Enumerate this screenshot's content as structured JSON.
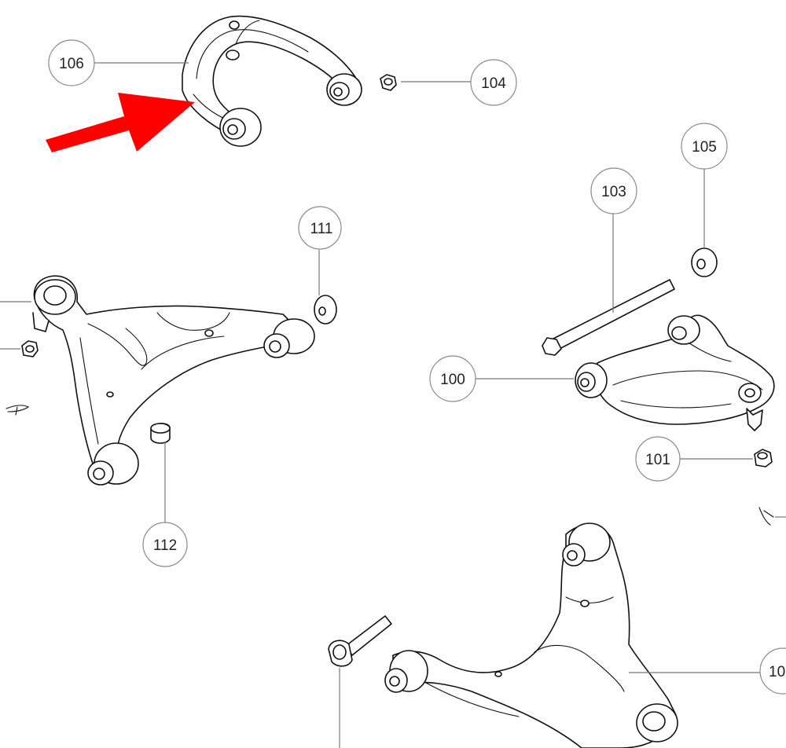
{
  "callouts": {
    "c106": "106",
    "c104": "104",
    "c105": "105",
    "c103": "103",
    "c111": "111",
    "c100": "100",
    "c101": "101",
    "c112": "112",
    "c10x": "10"
  },
  "colors": {
    "arrow": "#ff0000",
    "line": "#111111",
    "bubble_stroke": "#8a8a8a"
  }
}
